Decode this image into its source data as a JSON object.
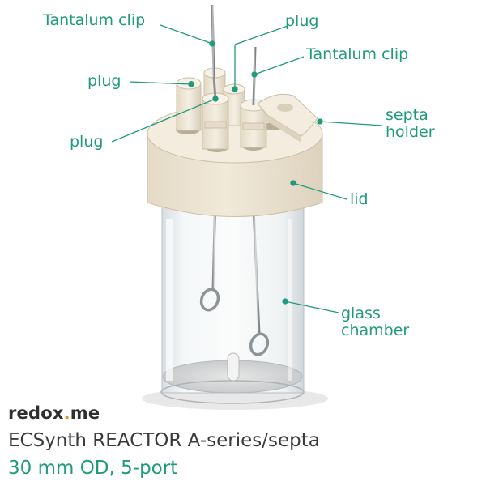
{
  "theme": {
    "accent": "#1f9a7c",
    "text_dark": "#3a3a3a",
    "brand_orange": "#e88d1e",
    "lid_color": "#ede4d3",
    "glass_color": "#e9eef0"
  },
  "labels": {
    "tantalum_clip_1": "Tantalum clip",
    "plug_top": "plug",
    "tantalum_clip_2": "Tantalum clip",
    "plug_left": "plug",
    "plug_low": "plug",
    "septa_holder_line1": "septa",
    "septa_holder_line2": "holder",
    "lid": "lid",
    "glass_chamber_line1": "glass",
    "glass_chamber_line2": "chamber"
  },
  "brand": {
    "part1": "redox",
    "dot": ".",
    "part2": "me"
  },
  "product": {
    "name": "ECSynth REACTOR A-series/septa",
    "spec": "30 mm OD, 5-port"
  }
}
